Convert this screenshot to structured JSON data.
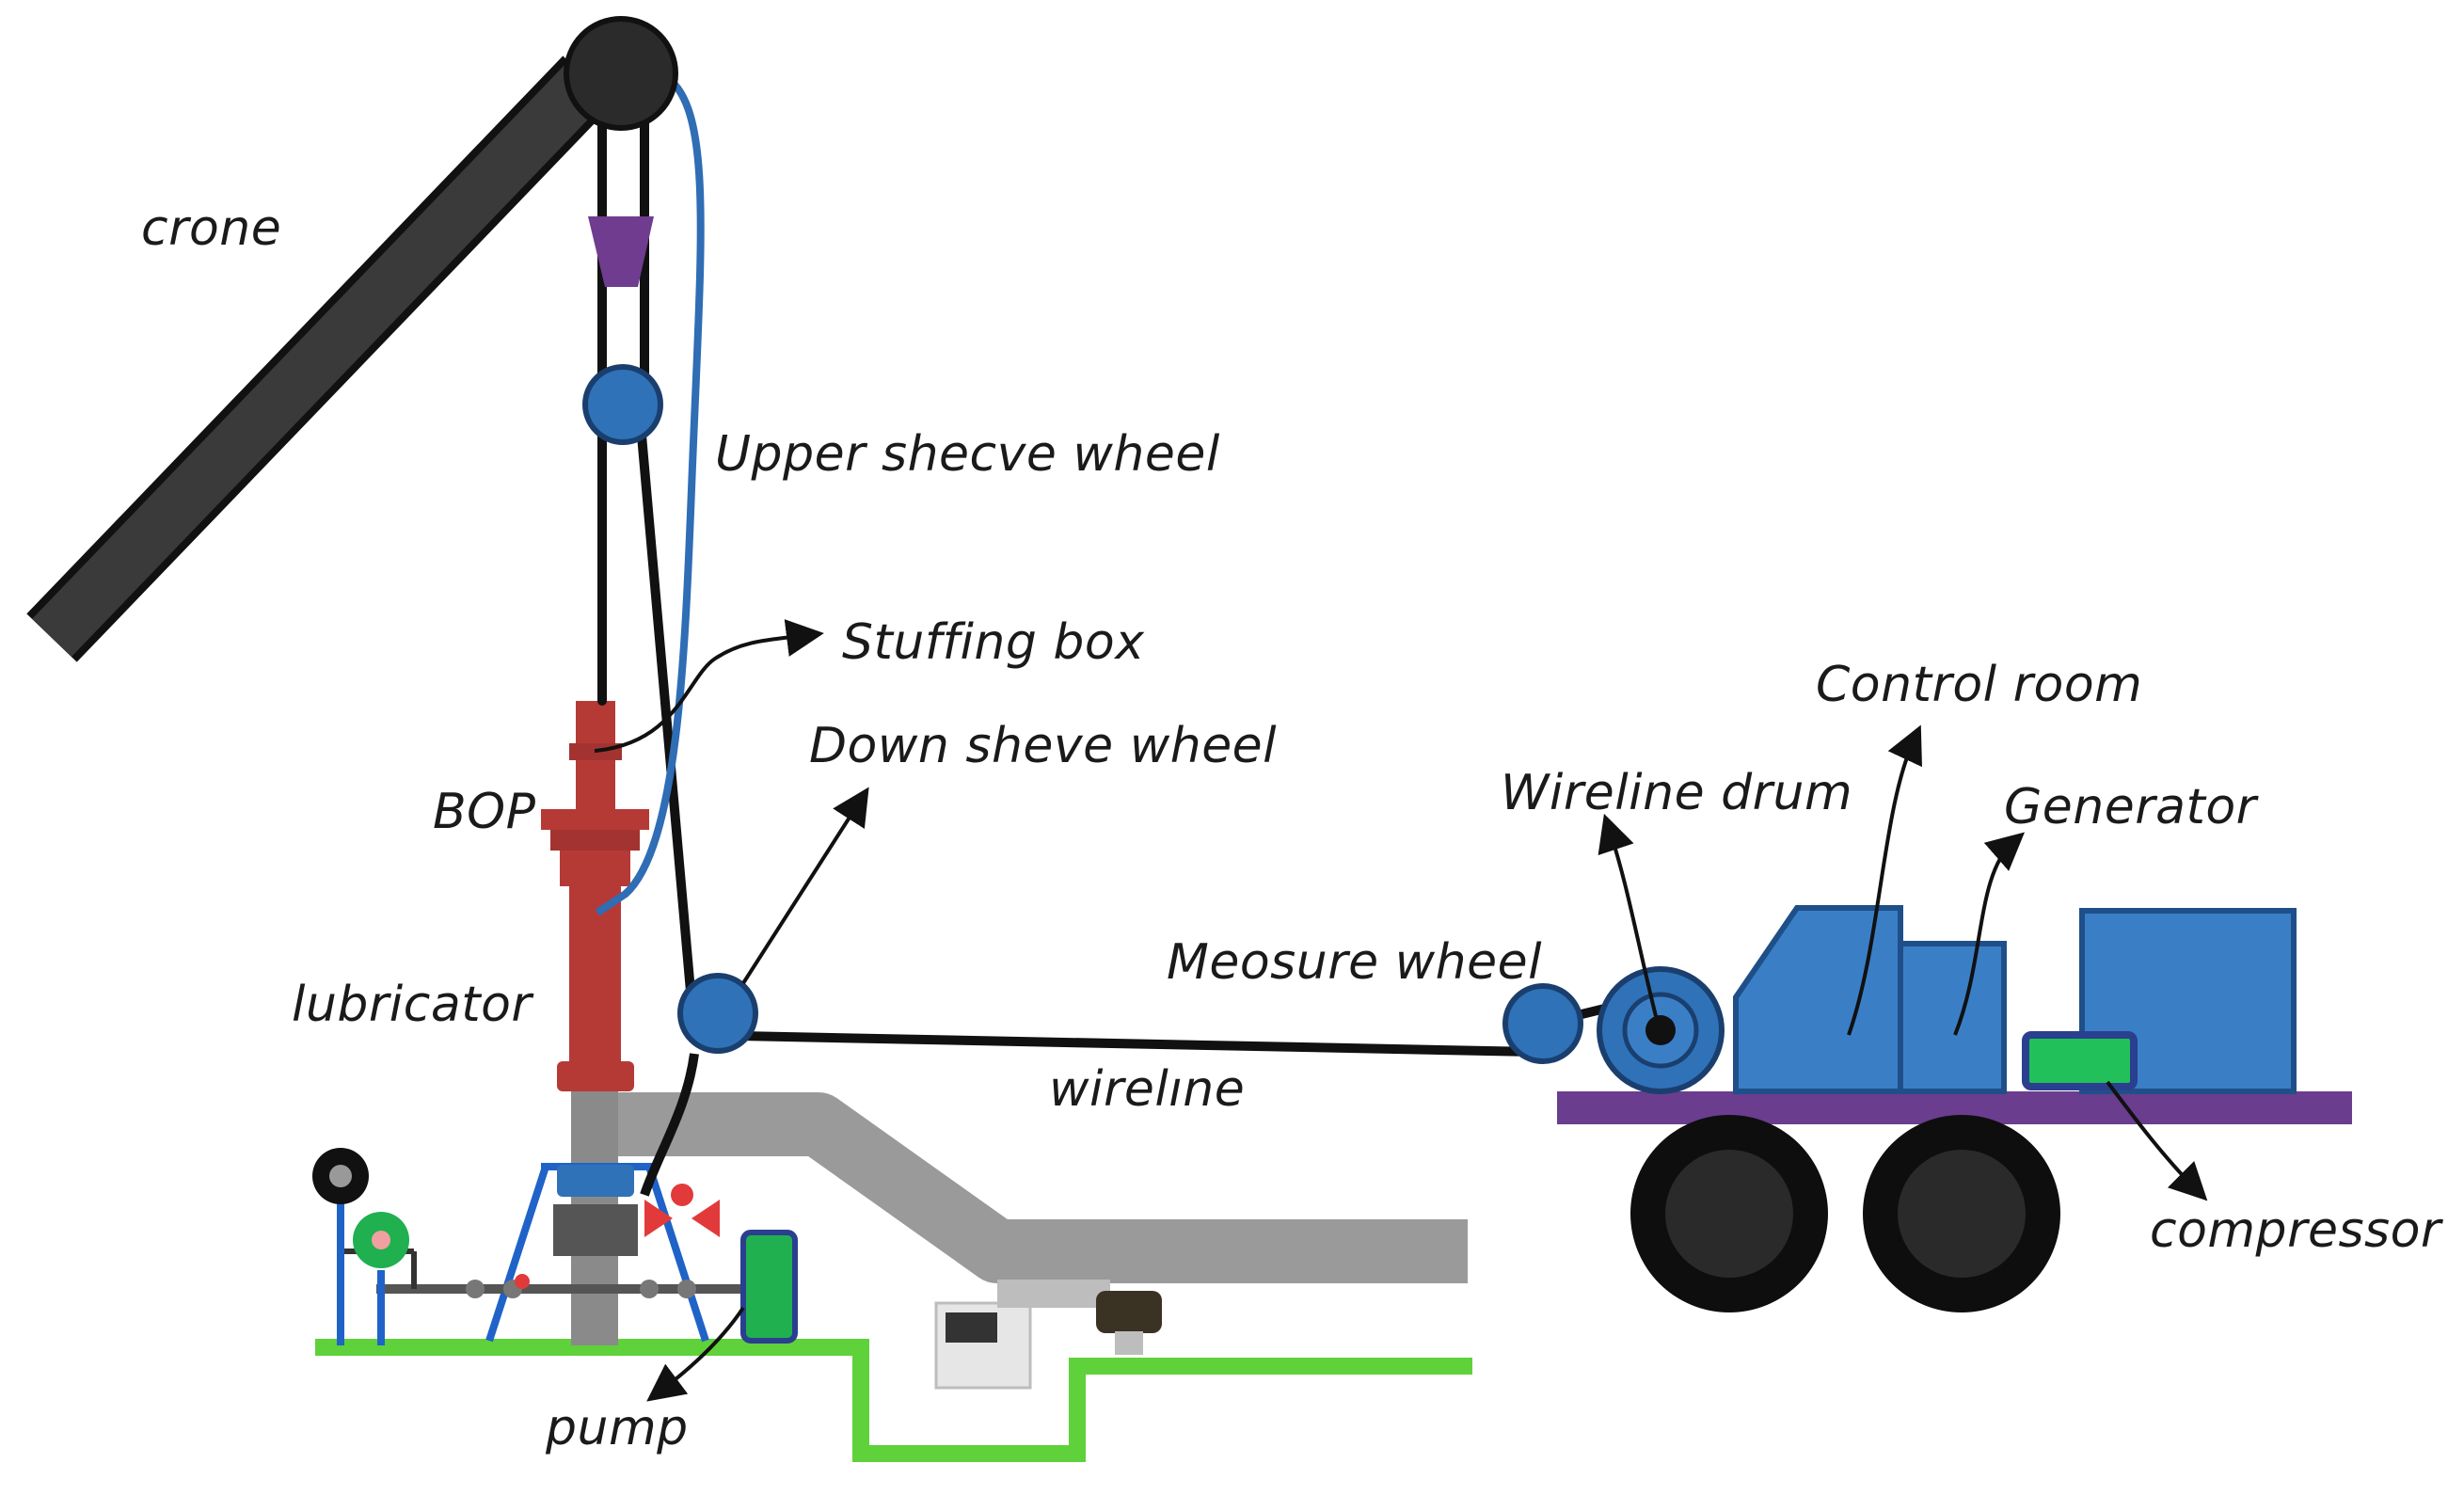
{
  "labels": {
    "crane": "crone",
    "upper_sheave": "Upper shecve wheel",
    "stuffing_box": "Stuffing box",
    "down_sheave": "Down sheve wheel",
    "bop": "BOP",
    "lubricator": "lubricator",
    "wireline": "wirelıne",
    "measure_wheel": "Meosure wheеl",
    "wireline_drum": "Wireline drum",
    "control_room": "Control room",
    "generator": "Generator",
    "compressor": "compressor",
    "pump": "pump"
  },
  "colors": {
    "crane": "#2b2b2b",
    "cable_black": "#111111",
    "cable_blue": "#2f6db5",
    "sheave_blue": "#2f72b8",
    "bop_red": "#b53a36",
    "pipe_gray": "#9a9a9a",
    "ground_green": "#5fd13a",
    "truck_bed": "#6a3d8f",
    "truck_box": "#3a7fc6",
    "compressor_green": "#22c05a",
    "wheel_dark": "#0e0e0e",
    "pump_green": "#20b050",
    "valve_red": "#e23a3a"
  }
}
